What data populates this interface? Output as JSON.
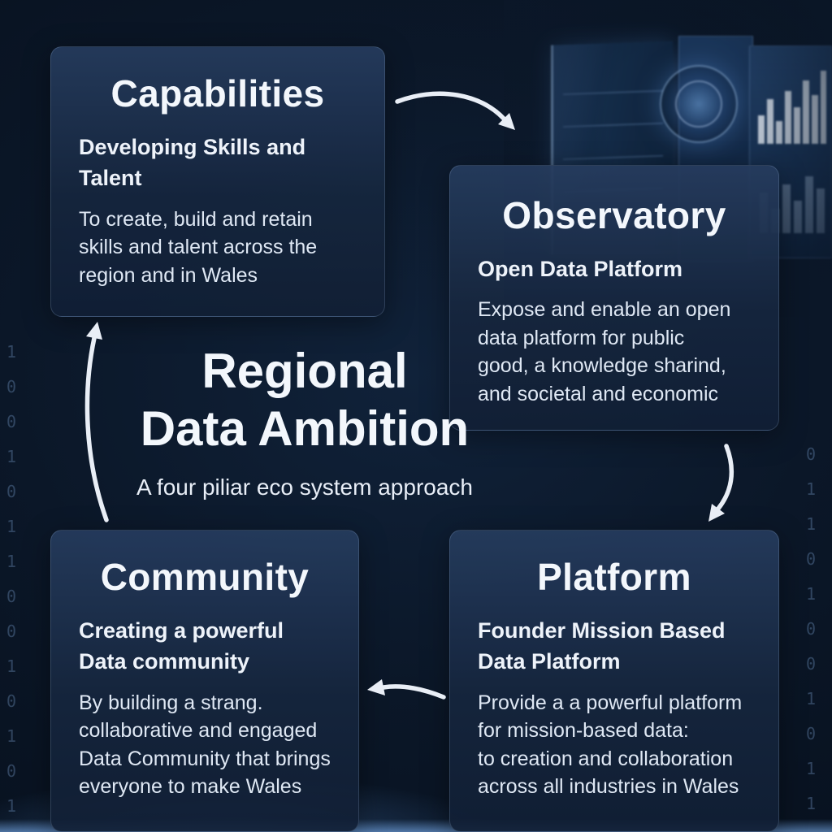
{
  "title": {
    "line1": "Regional",
    "line2": "Data Ambition",
    "subtitle": "A four piliar eco system approach"
  },
  "cards": {
    "capabilities": {
      "title": "Capabilities",
      "subtitle": "Developing Skills and\nTalent",
      "body": "To create, build and retain\nskills and talent across the\nregion and in Wales"
    },
    "observatory": {
      "title": "Observatory",
      "subtitle": "Open Data Platform",
      "body": "Expose and enable an open\ndata platform for public\ngood, a knowledge sharind,\nand societal and economic"
    },
    "community": {
      "title": "Community",
      "subtitle": "Creating a powerful\nData community",
      "body": "By building a strang.\ncollaborative and engaged\nData Community that brings\neveryone to make Wales"
    },
    "platform": {
      "title": "Platform",
      "subtitle": "Founder Mission Based\nData Platform",
      "body": "Provide a a powerful platform\nfor mission-based data:\nto creation and collaboration\nacross all industries in Wales"
    }
  },
  "decor": {
    "left_digits": "1\n0\n0\n1\n0\n1\n1\n0\n0\n1\n0\n1\n0\n1",
    "right_digits": "0\n1\n1\n0\n1\n0\n0\n1\n0\n1\n1"
  },
  "colors": {
    "background": "#0b1728",
    "card": "#1b2f4c",
    "text": "#f3f7fc",
    "body_text": "#dfe8f4",
    "arrow": "#e9eef6",
    "glow": "#7fb2e8"
  }
}
